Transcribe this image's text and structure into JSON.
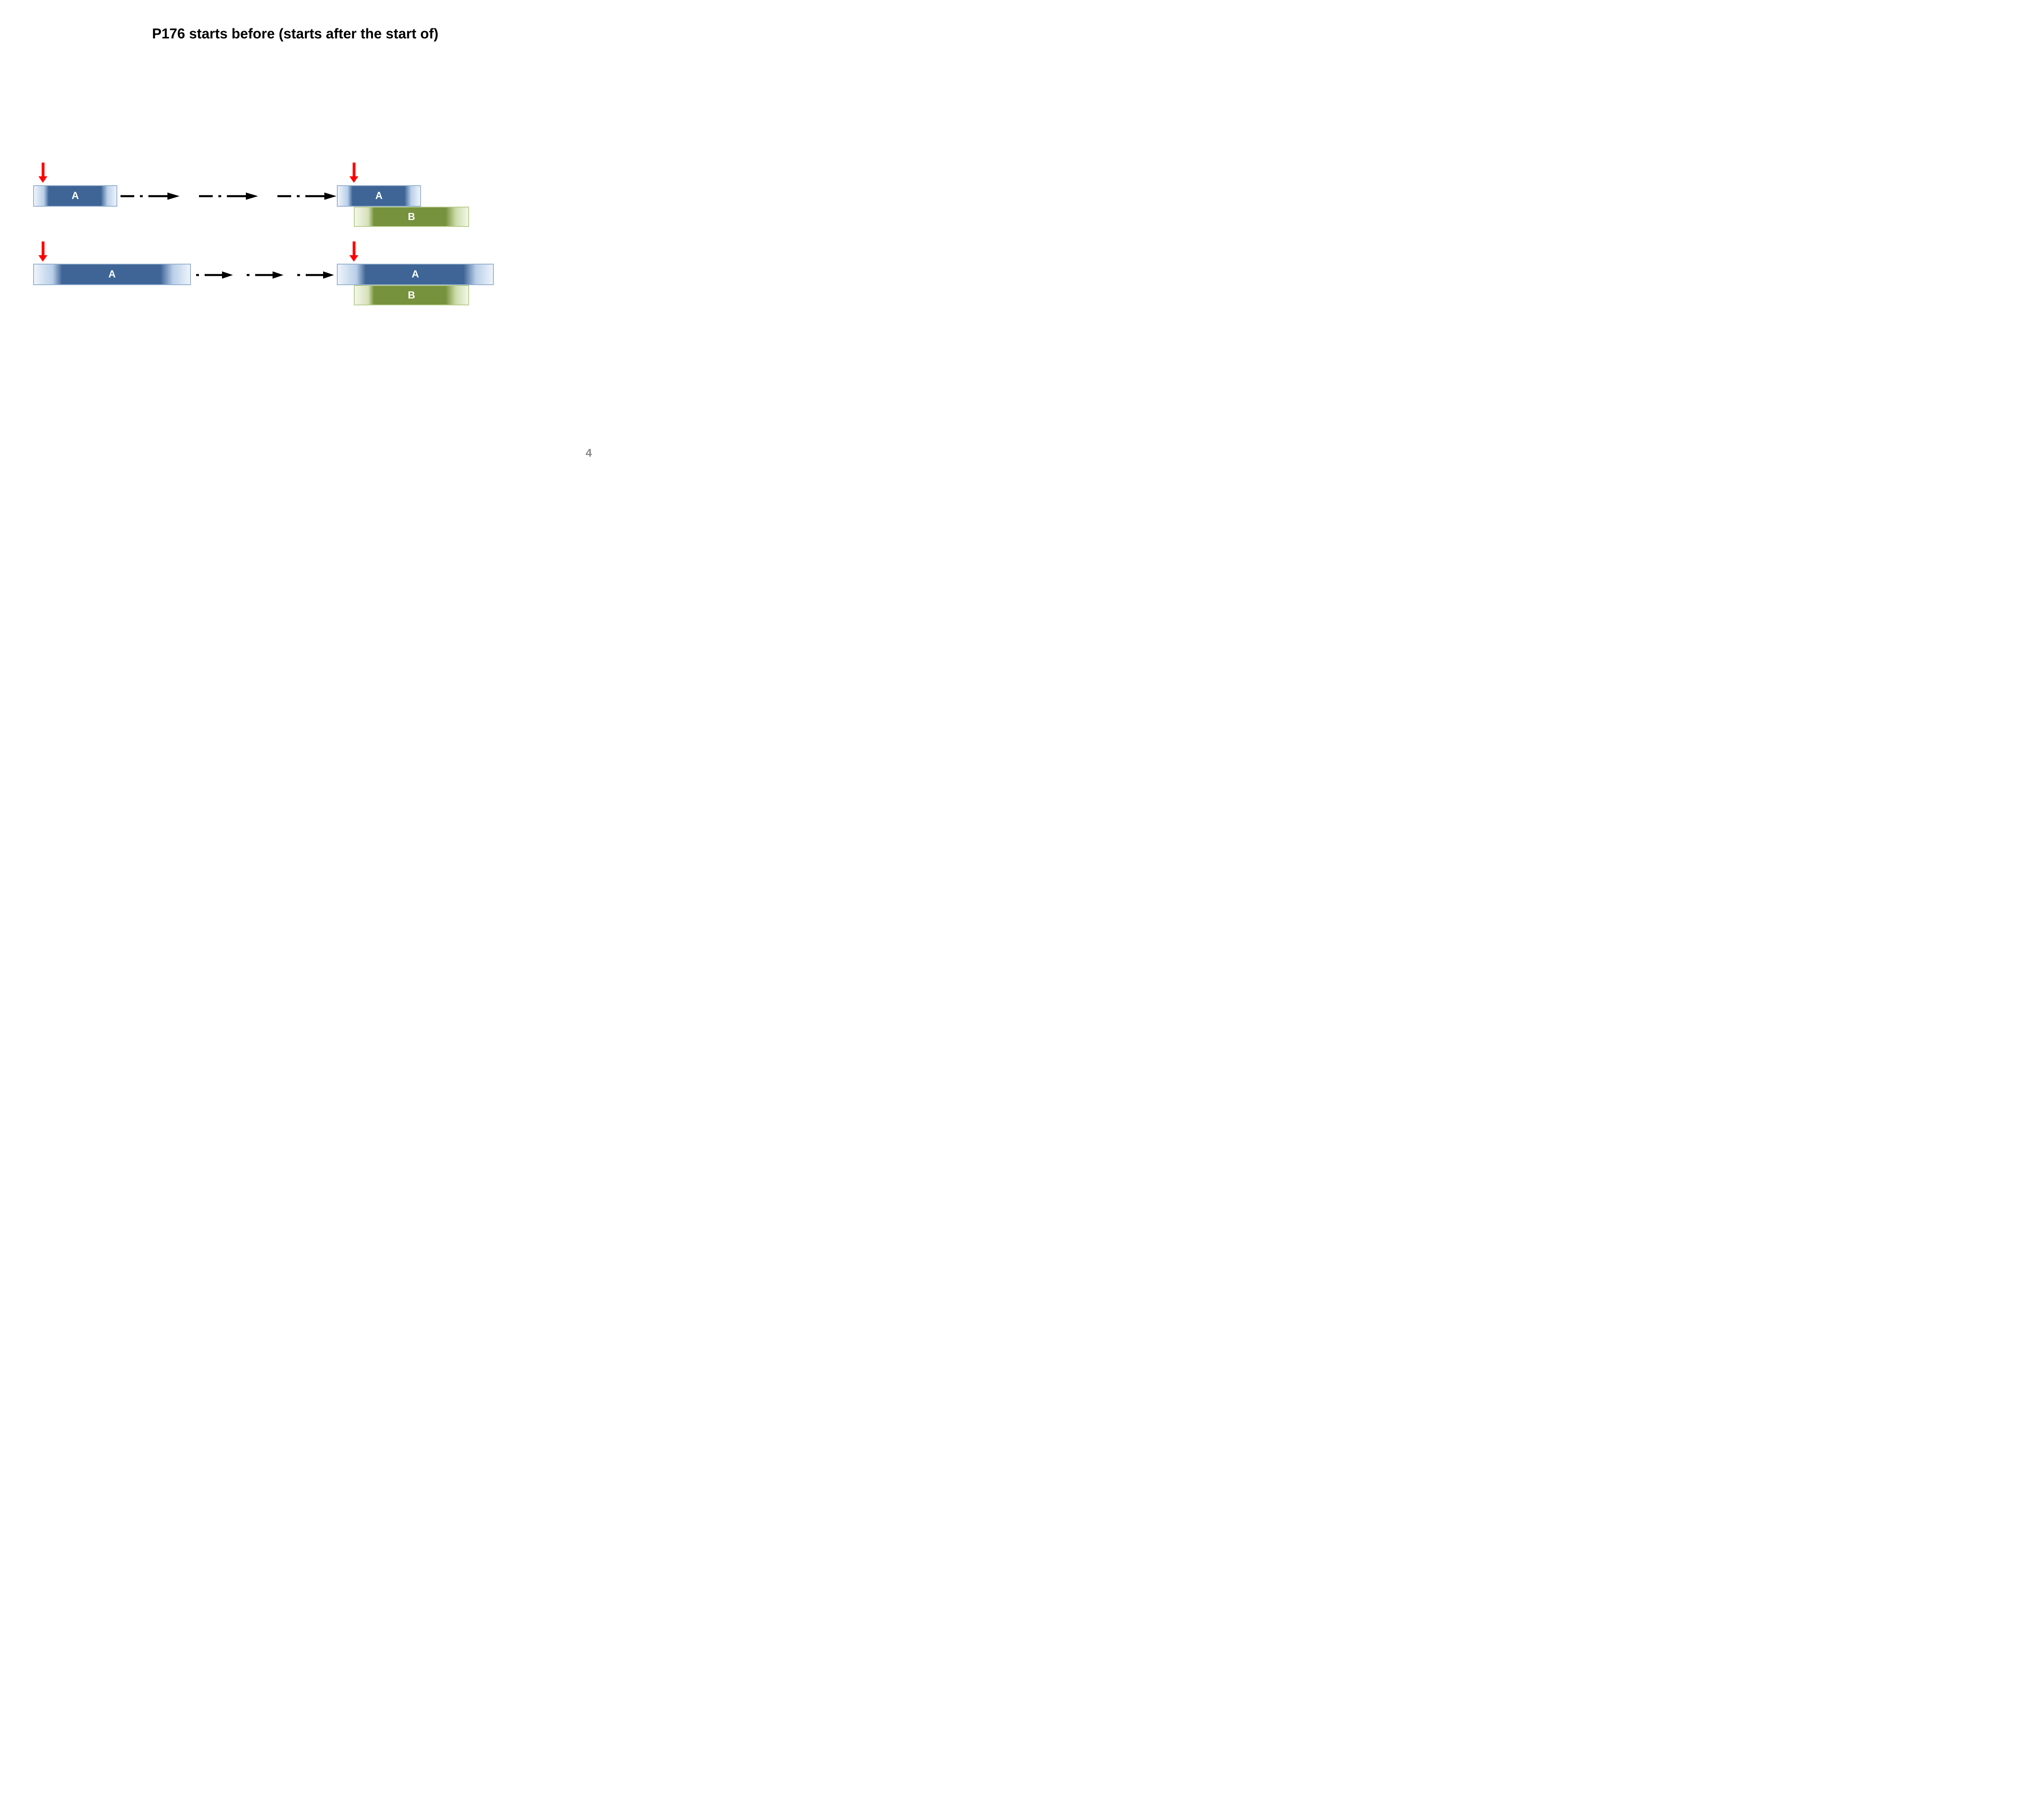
{
  "slide": {
    "title": "P176 starts before (starts after the start of)",
    "page_number": "4"
  },
  "colors": {
    "bar_blue": "#3e6596",
    "bar_blue_light": "#b9cfe8",
    "bar_blue_border": "#93aed0",
    "bar_green": "#76923c",
    "bar_green_light": "#d5e1b8",
    "bar_green_border": "#b7cb8c",
    "marker_red": "#ff0000",
    "arrow_black": "#000000",
    "page_number_gray": "#8a8a8a"
  },
  "diagram": {
    "rows": [
      {
        "description": "short activity A shifts right until it starts after the start of B",
        "left_bar_label": "A",
        "right_bar_label": "A",
        "bottom_bar_label": "B"
      },
      {
        "description": "long activity A shifts right until it starts after the start of B",
        "left_bar_label": "A",
        "right_bar_label": "A",
        "bottom_bar_label": "B"
      }
    ]
  }
}
